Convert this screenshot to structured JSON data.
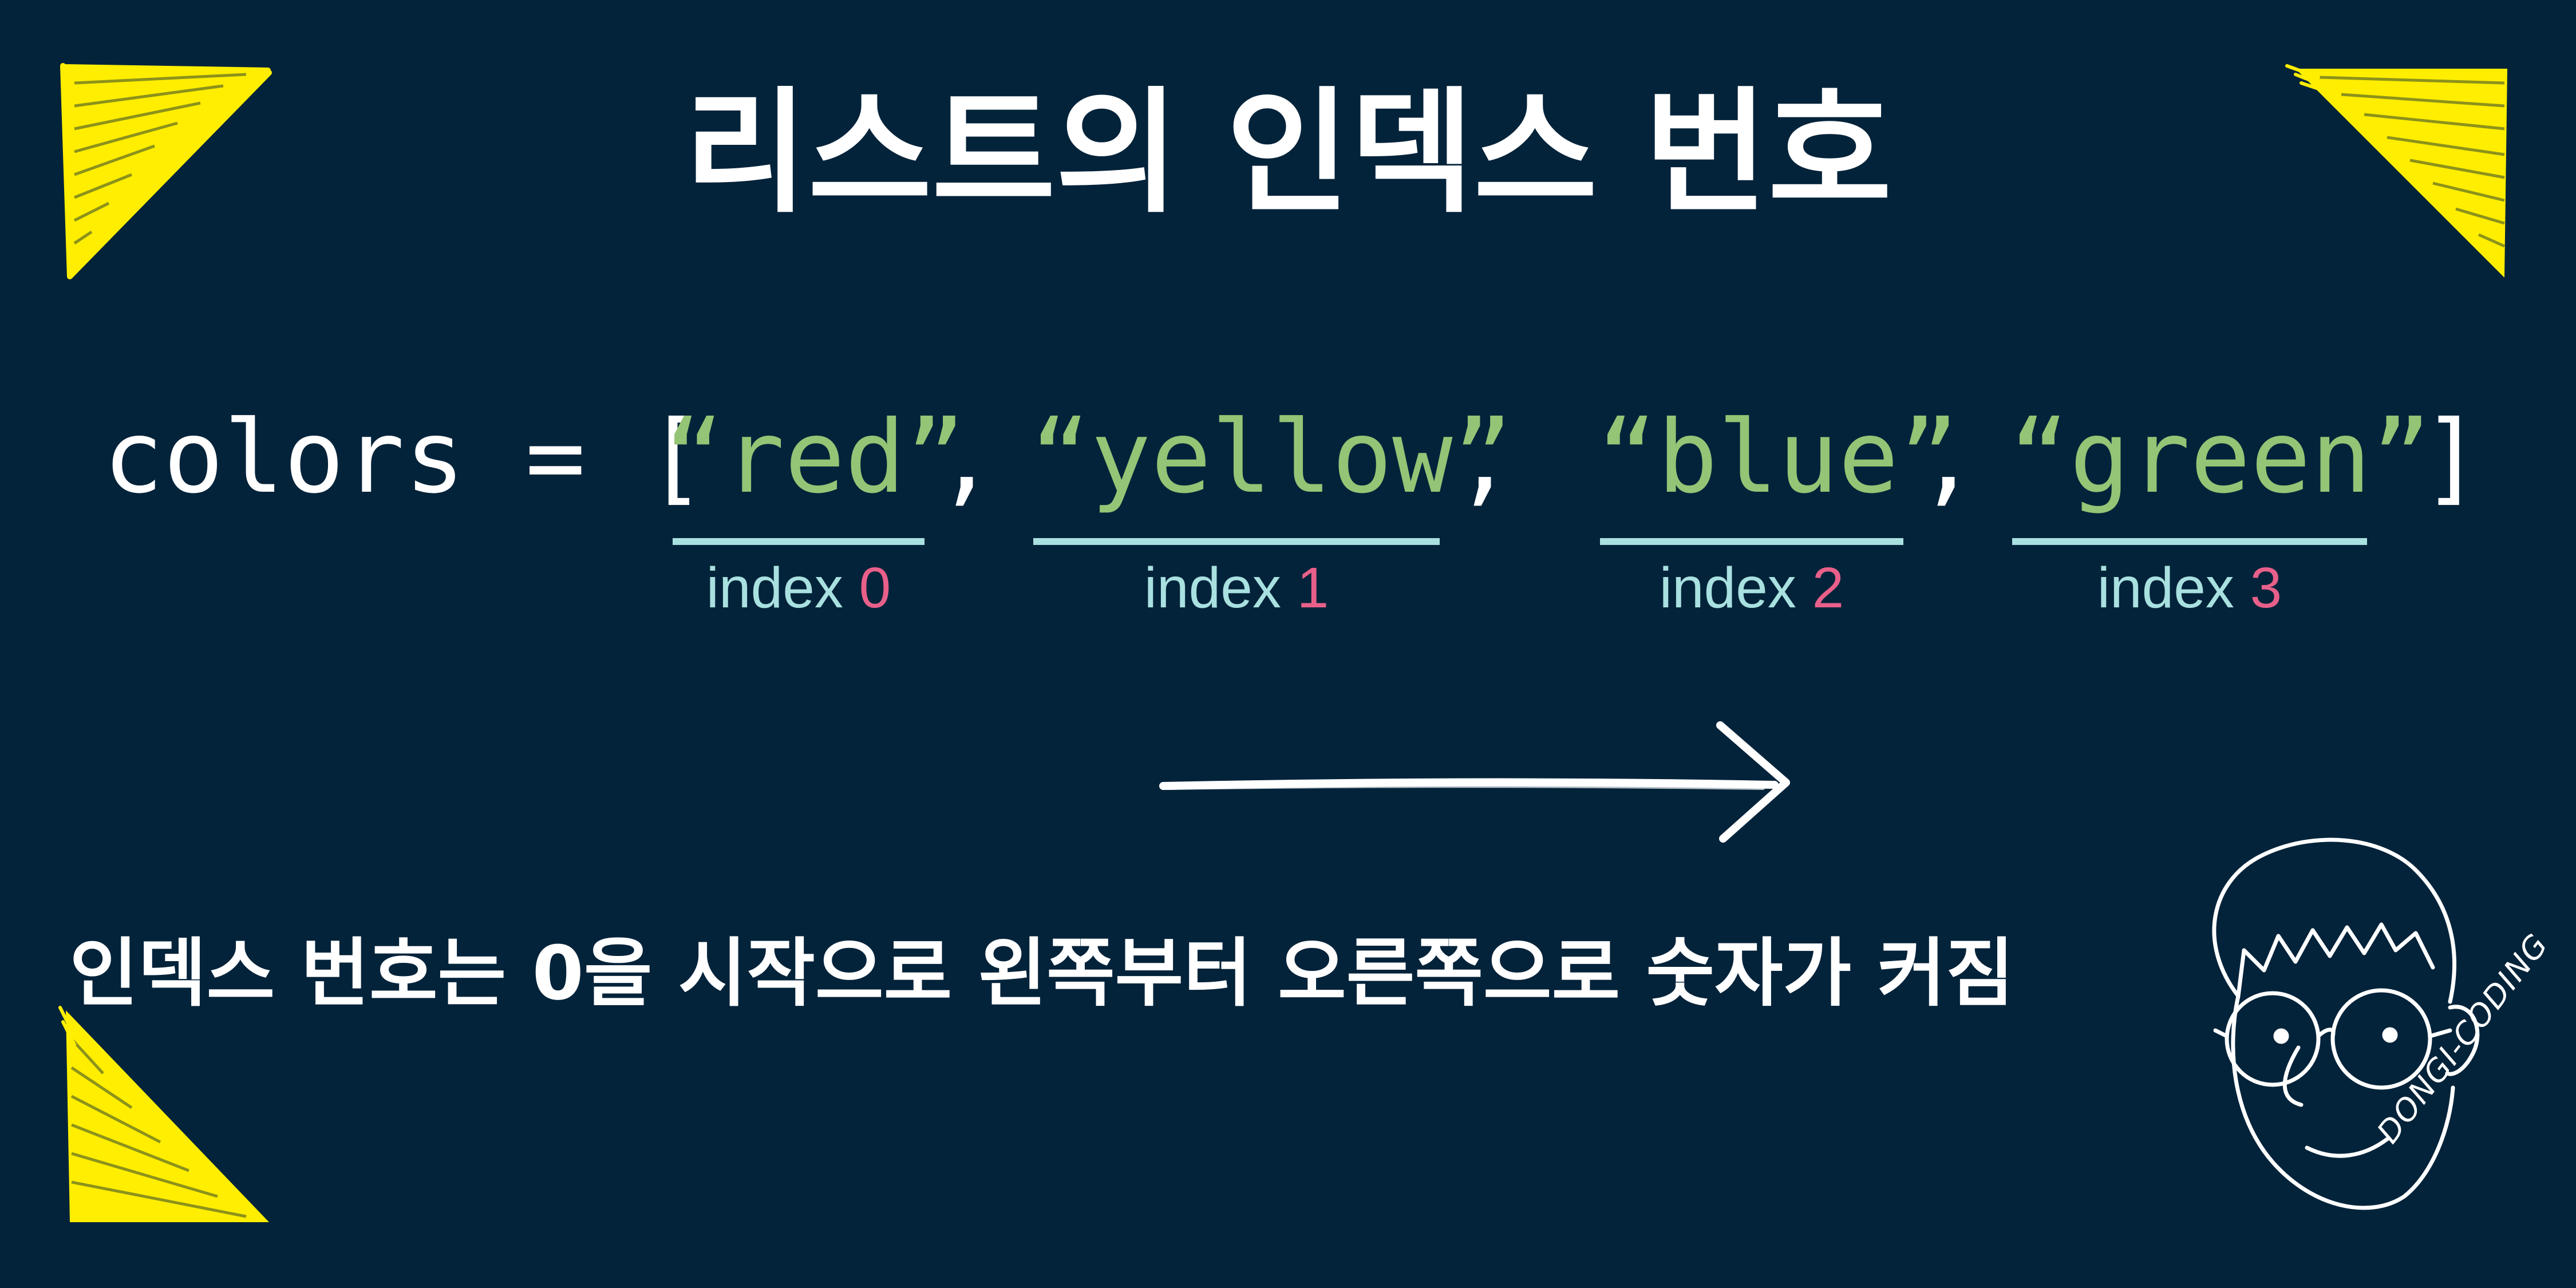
{
  "title": "리스트의 인덱스 번호",
  "code": {
    "prefix": "colors = [",
    "items": [
      "“red”",
      "“yellow”",
      "“blue”",
      "“green”"
    ],
    "comma": ",",
    "suffix": "]"
  },
  "index_labels": [
    {
      "word": "index",
      "number": "0"
    },
    {
      "word": "index",
      "number": "1"
    },
    {
      "word": "index",
      "number": "2"
    },
    {
      "word": "index",
      "number": "3"
    }
  ],
  "caption": "인덱스 번호는 0을 시작으로 왼쪽부터 오른쪽으로 숫자가 커짐",
  "logo_text": "DONGI-CODING",
  "colors": {
    "background": "#03233a",
    "code_text": "#ffffff",
    "string_text": "#94c475",
    "underline": "#a9e0e0",
    "index_number": "#e8608a",
    "accent_corners": "#ffee00"
  }
}
